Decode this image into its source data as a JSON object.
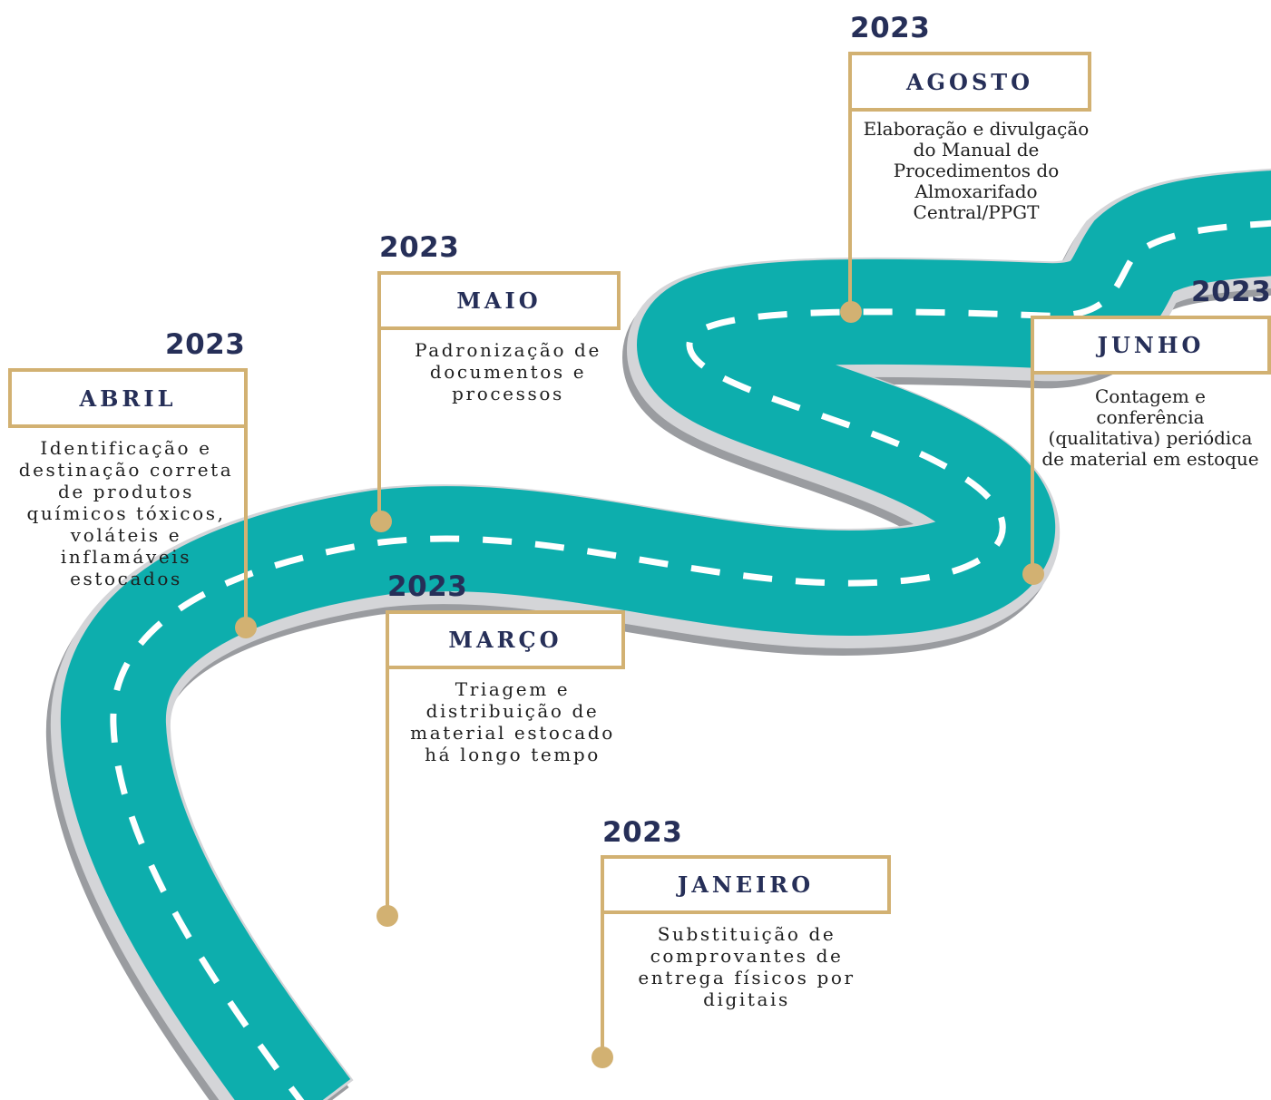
{
  "milestones": [
    {
      "year": "2023",
      "month": "JANEIRO",
      "description": "Substituição de comprovantes de entrega físicos por digitais"
    },
    {
      "year": "2023",
      "month": "MARÇO",
      "description": "Triagem e distribuição de material estocado há longo tempo"
    },
    {
      "year": "2023",
      "month": "ABRIL",
      "description": "Identificação e destinação correta de produtos químicos tóxicos, voláteis e inflamáveis estocados"
    },
    {
      "year": "2023",
      "month": "MAIO",
      "description": "Padronização de documentos e processos"
    },
    {
      "year": "2023",
      "month": "JUNHO",
      "description": "Contagem e conferência (qualitativa) periódica de material em estoque"
    },
    {
      "year": "2023",
      "month": "AGOSTO",
      "description": "Elaboração e divulgação do Manual de Procedimentos do Almoxarifado Central/PPGT"
    }
  ],
  "colors": {
    "road": "#0daead",
    "road_edge": "#c8c9cc",
    "road_edge_dark": "#9a9ca0",
    "lane_marking": "#ffffff",
    "marker": "#d2b172",
    "year_text": "#262f58"
  }
}
